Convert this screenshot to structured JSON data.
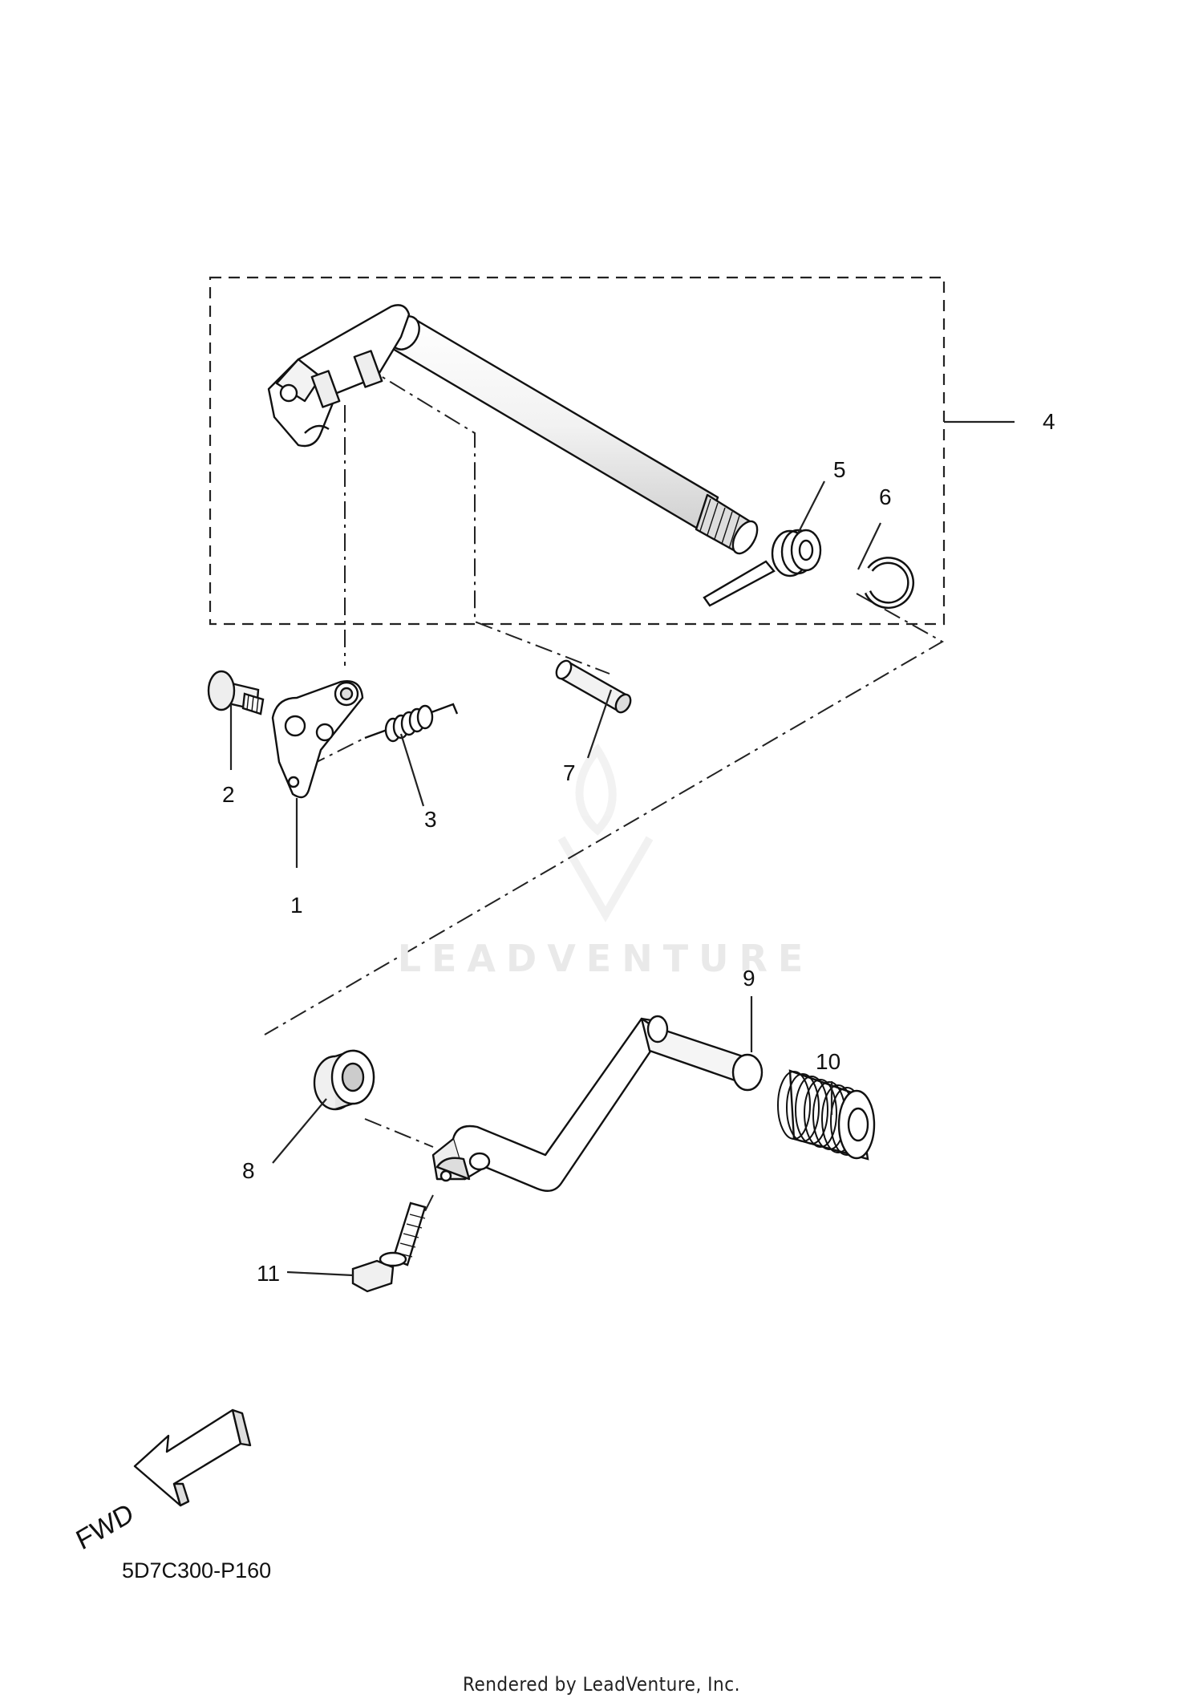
{
  "diagram": {
    "part_code": "5D7C300-P160",
    "footer": "Rendered by LeadVenture, Inc.",
    "watermark": "LEADVENTURE",
    "fwd_label": "FWD",
    "callouts": [
      {
        "id": "1",
        "label": "1"
      },
      {
        "id": "2",
        "label": "2"
      },
      {
        "id": "3",
        "label": "3"
      },
      {
        "id": "4",
        "label": "4"
      },
      {
        "id": "5",
        "label": "5"
      },
      {
        "id": "6",
        "label": "6"
      },
      {
        "id": "7",
        "label": "7"
      },
      {
        "id": "8",
        "label": "8"
      },
      {
        "id": "9",
        "label": "9"
      },
      {
        "id": "10",
        "label": "10"
      },
      {
        "id": "11",
        "label": "11"
      }
    ]
  }
}
